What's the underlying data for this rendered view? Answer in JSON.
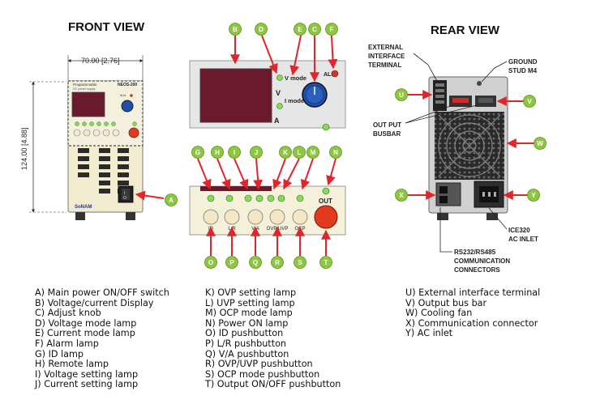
{
  "titles": {
    "front": "FRONT VIEW",
    "rear": "REAR VIEW"
  },
  "dimensions": {
    "width": "70.00 [2.76]",
    "height": "124.00 [4.88]"
  },
  "front_panel": {
    "brand": "SoNAM",
    "model_line1": "Programmable",
    "model_line2": "DC power supply",
    "model": "NEOS-200",
    "alm": "ALM",
    "out": "OUT",
    "switch_on": "I",
    "switch_off": "O"
  },
  "zoom_display": {
    "vmode": "V mode",
    "imode": "I mode",
    "v": "V",
    "a": "A",
    "alm": "ALM"
  },
  "zoom_buttons": {
    "labels": [
      "ID",
      "L/R",
      "V/A",
      "OVP/UVP",
      "OCP"
    ],
    "out": "OUT"
  },
  "rear": {
    "external_interface": [
      "EXTERNAL",
      "INTERFACE",
      "TERMINAL"
    ],
    "ground": [
      "GROUND",
      "STUD M4"
    ],
    "busbar": [
      "OUT PUT",
      "BUSBAR"
    ],
    "ac_inlet": [
      "ICE320",
      "AC INLET"
    ],
    "comm": [
      "RS232/RS485",
      "COMMUNICATION",
      "CONNECTORS"
    ]
  },
  "callouts": {
    "A": "A",
    "B": "B",
    "C": "C",
    "D": "D",
    "E": "E",
    "F": "F",
    "G": "G",
    "H": "H",
    "I": "I",
    "J": "J",
    "K": "K",
    "L": "L",
    "M": "M",
    "N": "N",
    "O": "O",
    "P": "P",
    "Q": "Q",
    "R": "R",
    "S": "S",
    "T": "T",
    "U": "U",
    "V": "V",
    "W": "W",
    "X": "X",
    "Y": "Y"
  },
  "legend_col1": [
    "A) Main power ON/OFF switch",
    "B) Voltage/current Display",
    "C) Adjust knob",
    "D) Voltage mode lamp",
    "E) Current mode lamp",
    "F) Alarm lamp",
    "G) ID lamp",
    "H) Remote lamp",
    "I) Voltage setting lamp",
    "J) Current setting lamp"
  ],
  "legend_col2": [
    "K) OVP setting lamp",
    "L) UVP setting lamp",
    "M) OCP mode lamp",
    "N) Power ON lamp",
    "O) ID pushbutton",
    "P) L/R pushbutton",
    "Q) V/A pushbutton",
    "R) OVP/UVP pushbutton",
    "S) OCP mode pushbutton",
    "T) Output ON/OFF pushbutton"
  ],
  "legend_col3": [
    "U) External interface terminal",
    "V) Output bus bar",
    "W) Cooling fan",
    "X) Communication connector",
    "Y) AC inlet"
  ],
  "colors": {
    "callout_green": "#8dc63f",
    "arrow_red": "#e0252b",
    "display_maroon": "#6b1a2e",
    "panel_gray": "#e6e6e6",
    "knob_blue": "#1f4fa8"
  }
}
